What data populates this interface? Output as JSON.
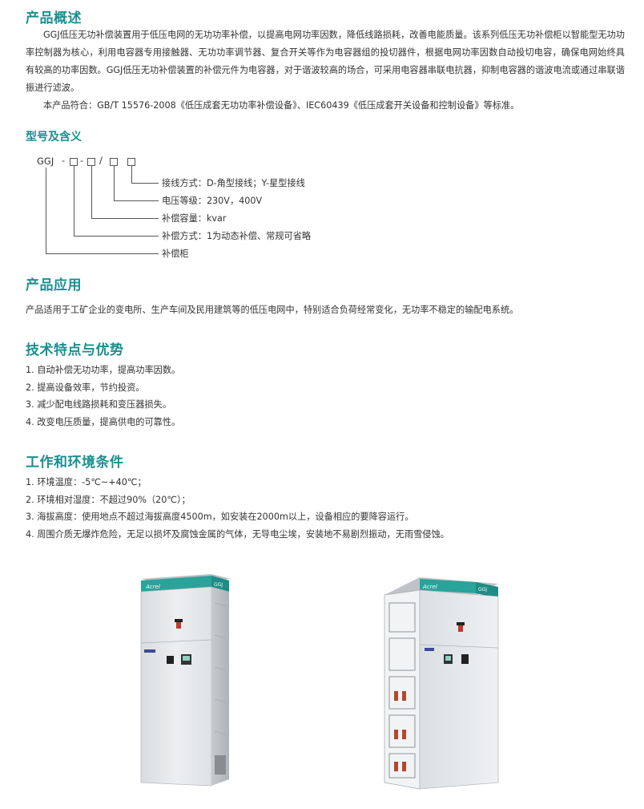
{
  "overview": {
    "title": "产品概述",
    "paragraph1": "GGJ低压无功补偿装置用于低压电网的无功功率补偿，以提高电网功率因数，降低线路损耗，改善电能质量。该系列低压无功补偿柜以智能型无功功率控制器为核心，利用电容器专用接触器、无功功率调节器、复合开关等作为电容器组的投切器件，根据电网功率因数自动投切电容，确保电网始终具有较高的功率因数。GGJ低压无功补偿装置的补偿元件为电容器，对于谐波较高的场合，可采用电容器串联电抗器，抑制电容器的谐波电流或通过串联谐振进行滤波。",
    "paragraph2": "本产品符合：GB/T 15576-2008《低压成套无功功率补偿设备》、IEC60439《低压成套开关设备和控制设备》等标准。"
  },
  "model": {
    "title": "型号及含义",
    "code_prefix": "GGJ",
    "dash1": "-",
    "dash2": "-",
    "slash": "/",
    "labels": [
      "接线方式：D-角型接线；Y-星型接线",
      "电压等级：230V，400V",
      "补偿容量：kvar",
      "补偿方式：1为动态补偿、常规可省略",
      "补偿柜"
    ]
  },
  "application": {
    "title": "产品应用",
    "text": "产品适用于工矿企业的变电所、生产车间及民用建筑等的低压电网中，特别适合负荷经常变化，无功率不稳定的输配电系统。"
  },
  "features": {
    "title": "技术特点与优势",
    "items": [
      "1. 自动补偿无功功率，提高功率因数。",
      "2. 提高设备效率，节约投资。",
      "3. 减少配电线路损耗和变压器损失。",
      "4. 改变电压质量，提高供电的可靠性。"
    ]
  },
  "conditions": {
    "title": "工作和环境条件",
    "items": [
      "1. 环境温度：-5℃~+40℃；",
      "2. 环境相对湿度：不超过90%（20℃）；",
      "3. 海拔高度：使用地点不超过海拔高度4500m，如安装在2000m以上，设备相应的要降容运行。",
      "4. 周围介质无爆炸危险，无足以损坏及腐蚀金属的气体，无导电尘埃，安装地不易剧烈振动，无雨雪侵蚀。"
    ]
  },
  "photos": {
    "cabinet_tag": "GGJ",
    "brand": "Acrel"
  },
  "colors": {
    "heading": "#1a8f8f",
    "text": "#333333",
    "cabinet_panel": "#e4e6e8",
    "brand_strip": "#2aa39a"
  }
}
